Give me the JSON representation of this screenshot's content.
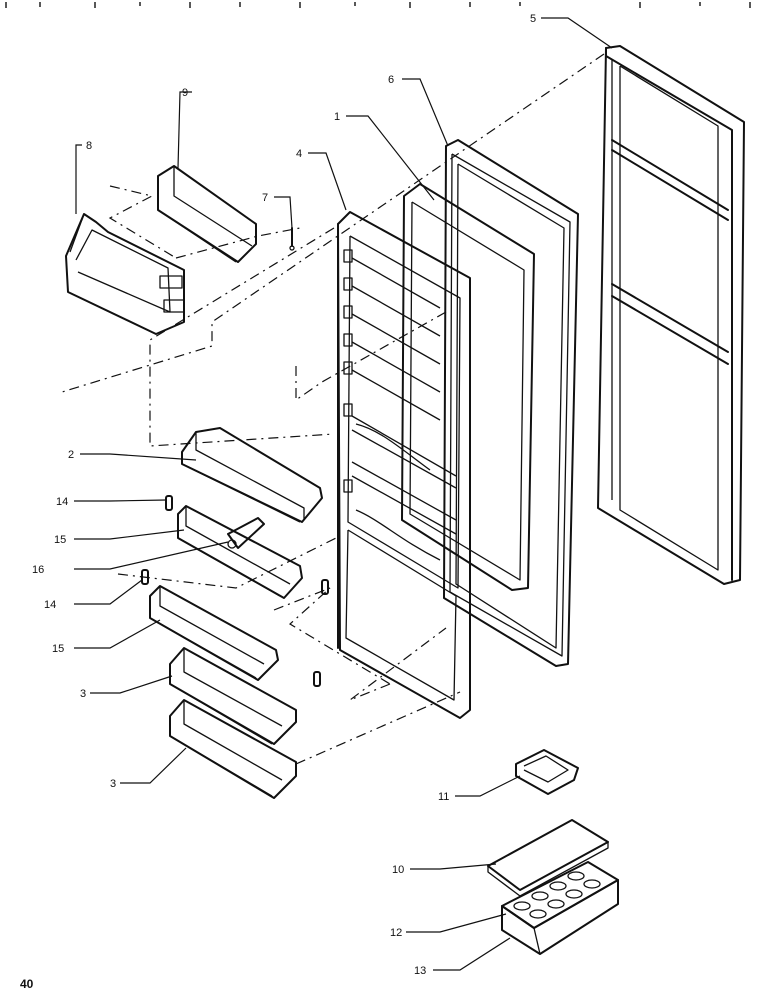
{
  "page_number": "40",
  "callouts": [
    {
      "id": "c1",
      "text": "1"
    },
    {
      "id": "c2",
      "text": "2"
    },
    {
      "id": "c3a",
      "text": "3"
    },
    {
      "id": "c3b",
      "text": "3"
    },
    {
      "id": "c4",
      "text": "4"
    },
    {
      "id": "c5",
      "text": "5"
    },
    {
      "id": "c6",
      "text": "6"
    },
    {
      "id": "c7",
      "text": "7"
    },
    {
      "id": "c8",
      "text": "8"
    },
    {
      "id": "c9",
      "text": "9"
    },
    {
      "id": "c10",
      "text": "10"
    },
    {
      "id": "c11",
      "text": "11"
    },
    {
      "id": "c12",
      "text": "12"
    },
    {
      "id": "c13",
      "text": "13"
    },
    {
      "id": "c14a",
      "text": "14"
    },
    {
      "id": "c14b",
      "text": "14"
    },
    {
      "id": "c15a",
      "text": "15"
    },
    {
      "id": "c15b",
      "text": "15"
    },
    {
      "id": "c16",
      "text": "16"
    }
  ]
}
